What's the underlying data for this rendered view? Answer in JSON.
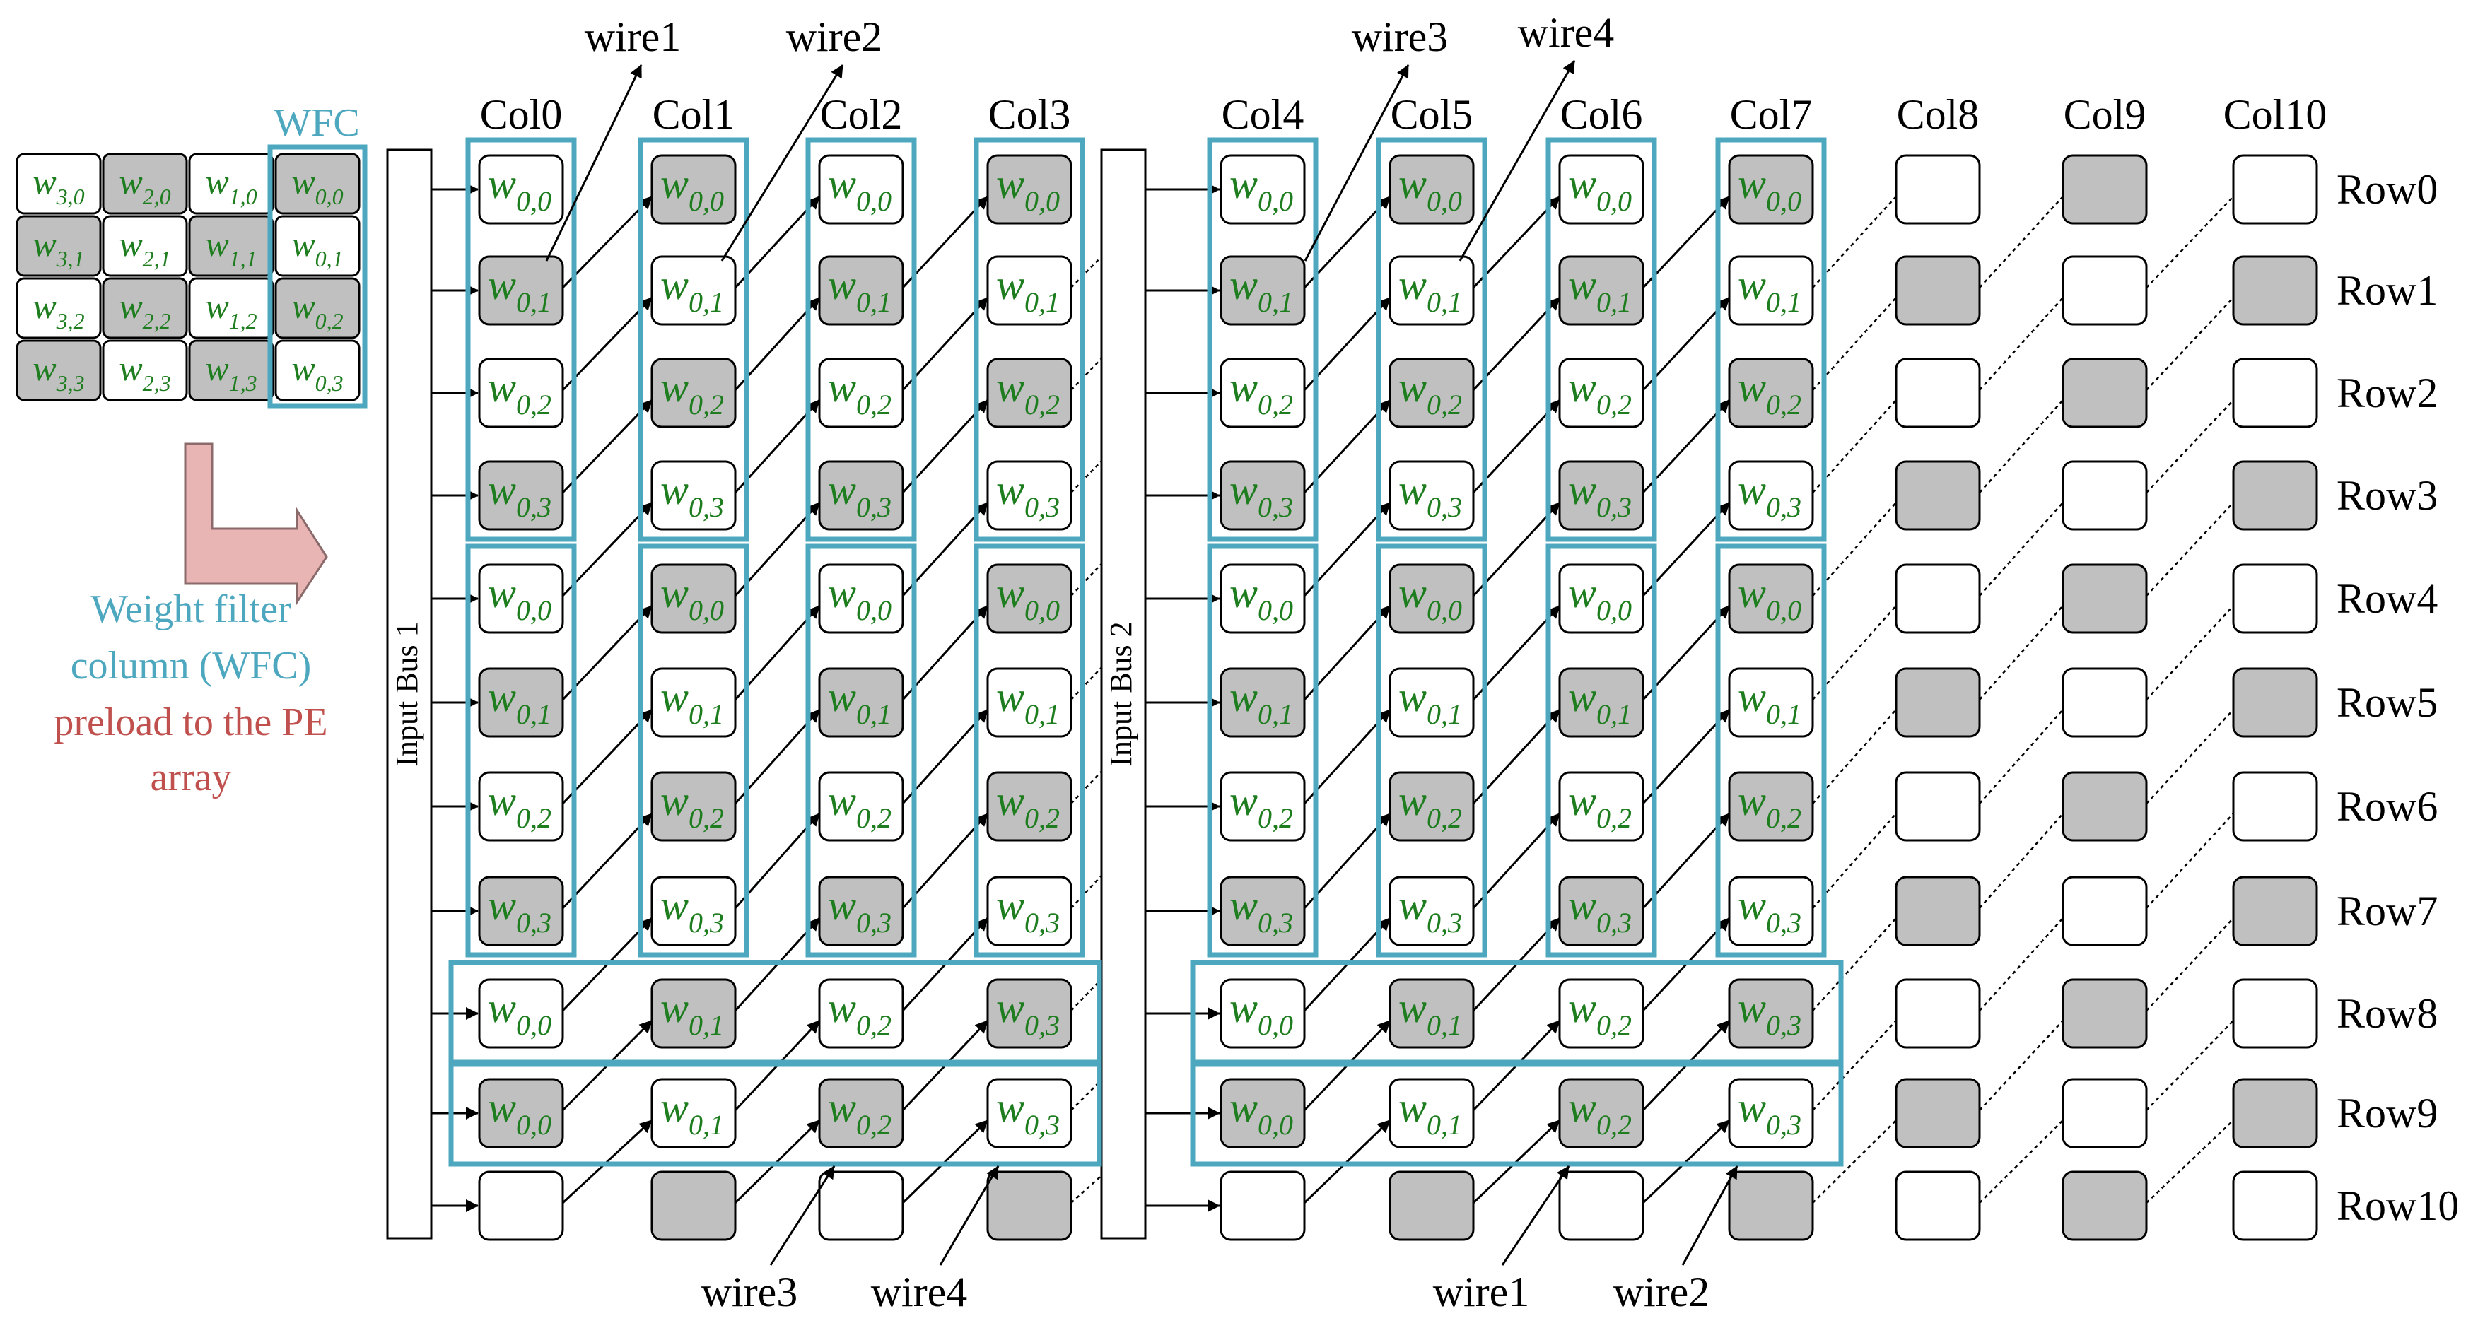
{
  "colors": {
    "teal": "#4da8bf",
    "pe_gray": "#c0c0c0",
    "pe_white": "#ffffff",
    "weight_text": "#1e7d1e",
    "arrow_fill": "#e8b4b4",
    "caption_teal": "#4da8bf",
    "caption_red": "#c0504d"
  },
  "wfc_matrix": {
    "label": "WFC",
    "rows": [
      [
        "w3,0",
        "w2,0",
        "w1,0",
        "w0,0"
      ],
      [
        "w3,1",
        "w2,1",
        "w1,1",
        "w0,1"
      ],
      [
        "w3,2",
        "w2,2",
        "w1,2",
        "w0,2"
      ],
      [
        "w3,3",
        "w2,3",
        "w1,3",
        "w0,3"
      ]
    ]
  },
  "caption": {
    "line1": "Weight filter",
    "line2": "column (WFC)",
    "line3": "preload to the PE",
    "line4": "array"
  },
  "buses": [
    "Input Bus 1",
    "Input Bus 2"
  ],
  "columns": [
    "Col0",
    "Col1",
    "Col2",
    "Col3",
    "Col4",
    "Col5",
    "Col6",
    "Col7",
    "Col8",
    "Col9",
    "Col10"
  ],
  "rows": [
    "Row0",
    "Row1",
    "Row2",
    "Row3",
    "Row4",
    "Row5",
    "Row6",
    "Row7",
    "Row8",
    "Row9",
    "Row10"
  ],
  "wires_top": [
    "wire1",
    "wire2",
    "wire3",
    "wire4"
  ],
  "wires_bottom": [
    "wire3",
    "wire4",
    "wire1",
    "wire2"
  ],
  "weights": {
    "vertical": [
      "w0,0",
      "w0,1",
      "w0,2",
      "w0,3"
    ],
    "row8": [
      "w0,0",
      "w0,1",
      "w0,2",
      "w0,3"
    ],
    "row9": [
      "w0,0",
      "w0,1",
      "w0,2",
      "w0,3"
    ]
  }
}
